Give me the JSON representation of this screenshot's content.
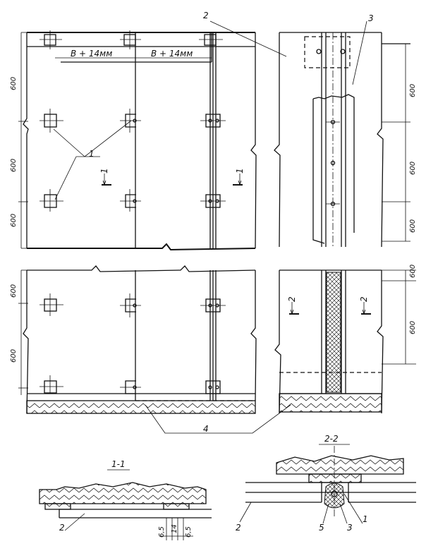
{
  "labels": {
    "n1": "1",
    "n2": "2",
    "n3": "3",
    "n4": "4",
    "n5": "5"
  },
  "dimensions": {
    "gap": "B + 14мм",
    "d600": "600",
    "d65": "6,5",
    "d14": "14"
  },
  "sections": {
    "s11": "1-1",
    "s22": "2-2",
    "mark1": "1",
    "mark2": "2"
  }
}
